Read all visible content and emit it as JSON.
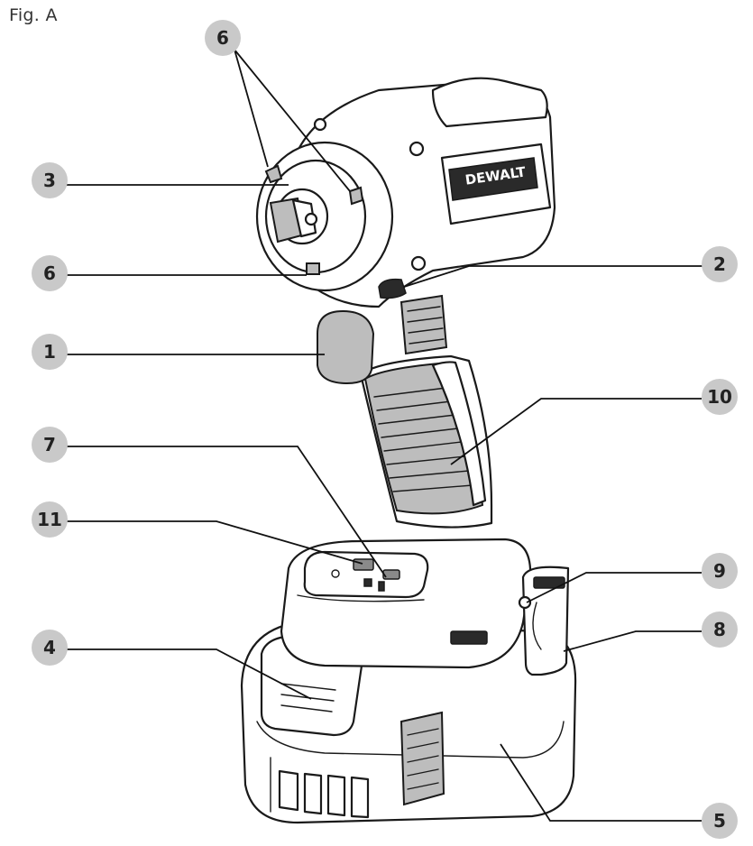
{
  "figure": {
    "title": "Fig. A"
  },
  "brand": {
    "logo_text": "DEWALT"
  },
  "callouts": [
    {
      "label": "6"
    },
    {
      "label": "3"
    },
    {
      "label": "6"
    },
    {
      "label": "2"
    },
    {
      "label": "1"
    },
    {
      "label": "10"
    },
    {
      "label": "7"
    },
    {
      "label": "11"
    },
    {
      "label": "9"
    },
    {
      "label": "4"
    },
    {
      "label": "8"
    },
    {
      "label": "5"
    }
  ]
}
